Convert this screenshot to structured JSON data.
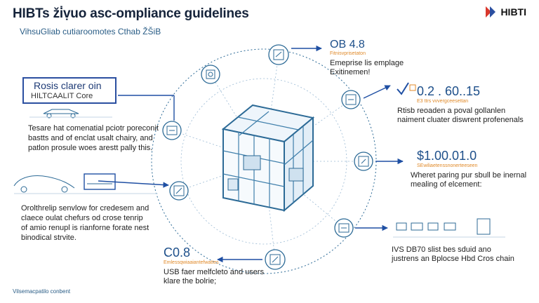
{
  "header": {
    "title": "HIBTs ži̇ṿuo asc-ompliance guidelines",
    "subtitle": "VihsuGliab cutiaroomotes Cthab ŽŠiB",
    "logo_text": "HIBTI"
  },
  "left": {
    "box_title": "Rosis clarer oin",
    "box_sub": "HILTCAALIT Core",
    "para1": [
      "Tesare hat comenatial pciotr poreconit",
      "bastts and of enclat usalt chairy, and",
      "patlon prosule woes arestt pally this."
    ],
    "para2": [
      "Orolthrelip senvlow for credesem and",
      "claece oulat chefurs od crose tenrip",
      "of amio renupl is rianforne forate nest",
      "binodical strvite."
    ]
  },
  "stats": [
    {
      "big": "OB 4.8",
      "small": "Fitnisvprisetaton",
      "lines": [
        "Emeprise lis emplage",
        "Exitinemen!"
      ]
    },
    {
      "big": "0.2 . 60..15",
      "small": "E3 ttrs vvvergceesettan",
      "lines": [
        "Rtisb reoaden a poval gollanlen",
        "naiment cluater diswrent profenenals"
      ]
    },
    {
      "big": "$1.00.01.0",
      "small": "SEwiliaetenssnonerteeseen",
      "lines": [
        "Wheret paring pur sbull be inernal",
        "mealing of elcement:"
      ]
    },
    {
      "big": "IVS DB70 slist bes sduid ano",
      "small": "",
      "lines": [
        "justrens an Bplocse Hbd Cros chain"
      ]
    }
  ],
  "bottom_stat": {
    "big": "C0.8",
    "small": "Emlessqwiaaiantefwattes",
    "lines": [
      "USB faer melfcleto and users",
      "klare the bolrie;"
    ]
  },
  "footer": {
    "text": "Vilsemacpatilo conbent"
  },
  "colors": {
    "accent": "#2b4fa0",
    "arrow": "#1f4fa3",
    "orange": "#e08a2a",
    "diagram": "#2c6a96"
  }
}
